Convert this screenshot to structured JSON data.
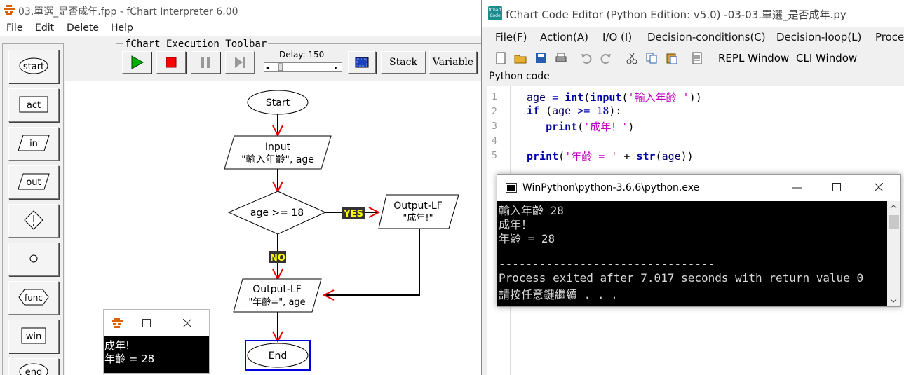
{
  "interpreter": {
    "title": "03.單選_是否成年.fpp - fChart Interpreter 6.00",
    "menu": [
      "File",
      "Edit",
      "Delete",
      "Help"
    ],
    "palette": [
      "start",
      "act",
      "in",
      "out",
      "",
      "",
      "func",
      "win",
      "end"
    ],
    "toolbar": {
      "legend": "fChart Execution Toolbar",
      "delay_label": "Delay: 150",
      "stack_label": "Stack",
      "variable_label": "Variable"
    },
    "flowchart": {
      "start": "Start",
      "input_line1": "Input",
      "input_line2": "\"輸入年齡\", age",
      "decision": "age >= 18",
      "yes": "YES",
      "no": "NO",
      "out1_line1": "Output-LF",
      "out1_line2": "\"成年!\"",
      "out2_line1": "Output-LF",
      "out2_line2": "\"年齡=\", age",
      "end": "End"
    },
    "small_output": {
      "lines": [
        "成年!",
        "年齡 = 28"
      ]
    }
  },
  "editor": {
    "title": "fChart Code Editor (Python Edition:  v5.0) -03-03.單選_是否成年.py",
    "logo_top": "fChart",
    "logo_bottom": "Code",
    "menu": [
      "File(F)",
      "Action(A)",
      "I/O (I)",
      "Decision-conditions(C)",
      "Decision-loop(L)",
      "Proce"
    ],
    "toolbar_text": [
      "REPL Window",
      "CLI Window"
    ],
    "section_label": "Python code",
    "line_numbers": [
      "1",
      "2",
      "3",
      "4",
      "5"
    ]
  },
  "console": {
    "title": "WinPython\\python-3.6.6\\python.exe",
    "lines": [
      "輸入年齡 28",
      "成年！",
      "年齡 = 28",
      "",
      "--------------------------------",
      "Process exited after 7.017 seconds with return value 0",
      "請按任意鍵繼續 . . ."
    ]
  },
  "colors": {
    "flow_arrow": "#ee0000",
    "yes_no_badge_bg": "#333333",
    "yes_no_badge_fg": "#ffff00",
    "selection_box": "#0000dd",
    "code_keyword": "#0000aa",
    "code_string": "#c000c0"
  }
}
